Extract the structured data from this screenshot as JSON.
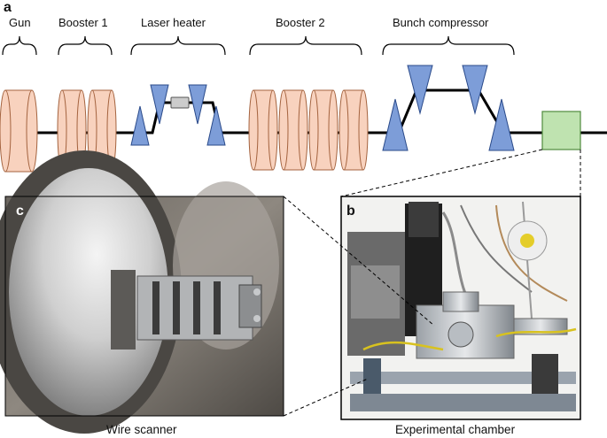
{
  "panels": {
    "a": {
      "letter": "a"
    },
    "b": {
      "letter": "b",
      "caption": "Experimental chamber"
    },
    "c": {
      "letter": "c",
      "caption": "Wire scanner"
    }
  },
  "sections": [
    {
      "label": "Gun"
    },
    {
      "label": "Booster 1"
    },
    {
      "label": "Laser heater"
    },
    {
      "label": "Booster 2"
    },
    {
      "label": "Bunch compressor"
    }
  ],
  "colors": {
    "cavity_fill": "#f8d2be",
    "cavity_stroke": "#a4633f",
    "magnet_fill": "#7d9dd8",
    "magnet_stroke": "#2a4a8a",
    "chamber_fill": "#bfe3b0",
    "chamber_stroke": "#4f8a3e",
    "beamline": "#000000",
    "undulator_fill": "#cccccc"
  }
}
